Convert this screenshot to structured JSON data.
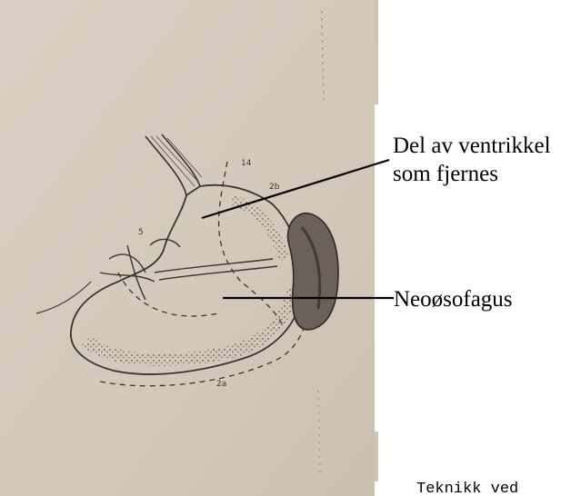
{
  "labels": {
    "ventricle_part": "Del av ventrikkel som fjernes",
    "neoesophagus": "Neoøsofagus"
  },
  "caption": "Teknikk ved",
  "figure_annotations": {
    "vessel_number_5": "5",
    "line_number_14": "14",
    "label_2b": "2b",
    "label_2a": "2a"
  },
  "colors": {
    "paper": "#d7cdbf",
    "ink": "#3a3330",
    "shading": "#6b615a",
    "spleen": "#2f2a28"
  }
}
